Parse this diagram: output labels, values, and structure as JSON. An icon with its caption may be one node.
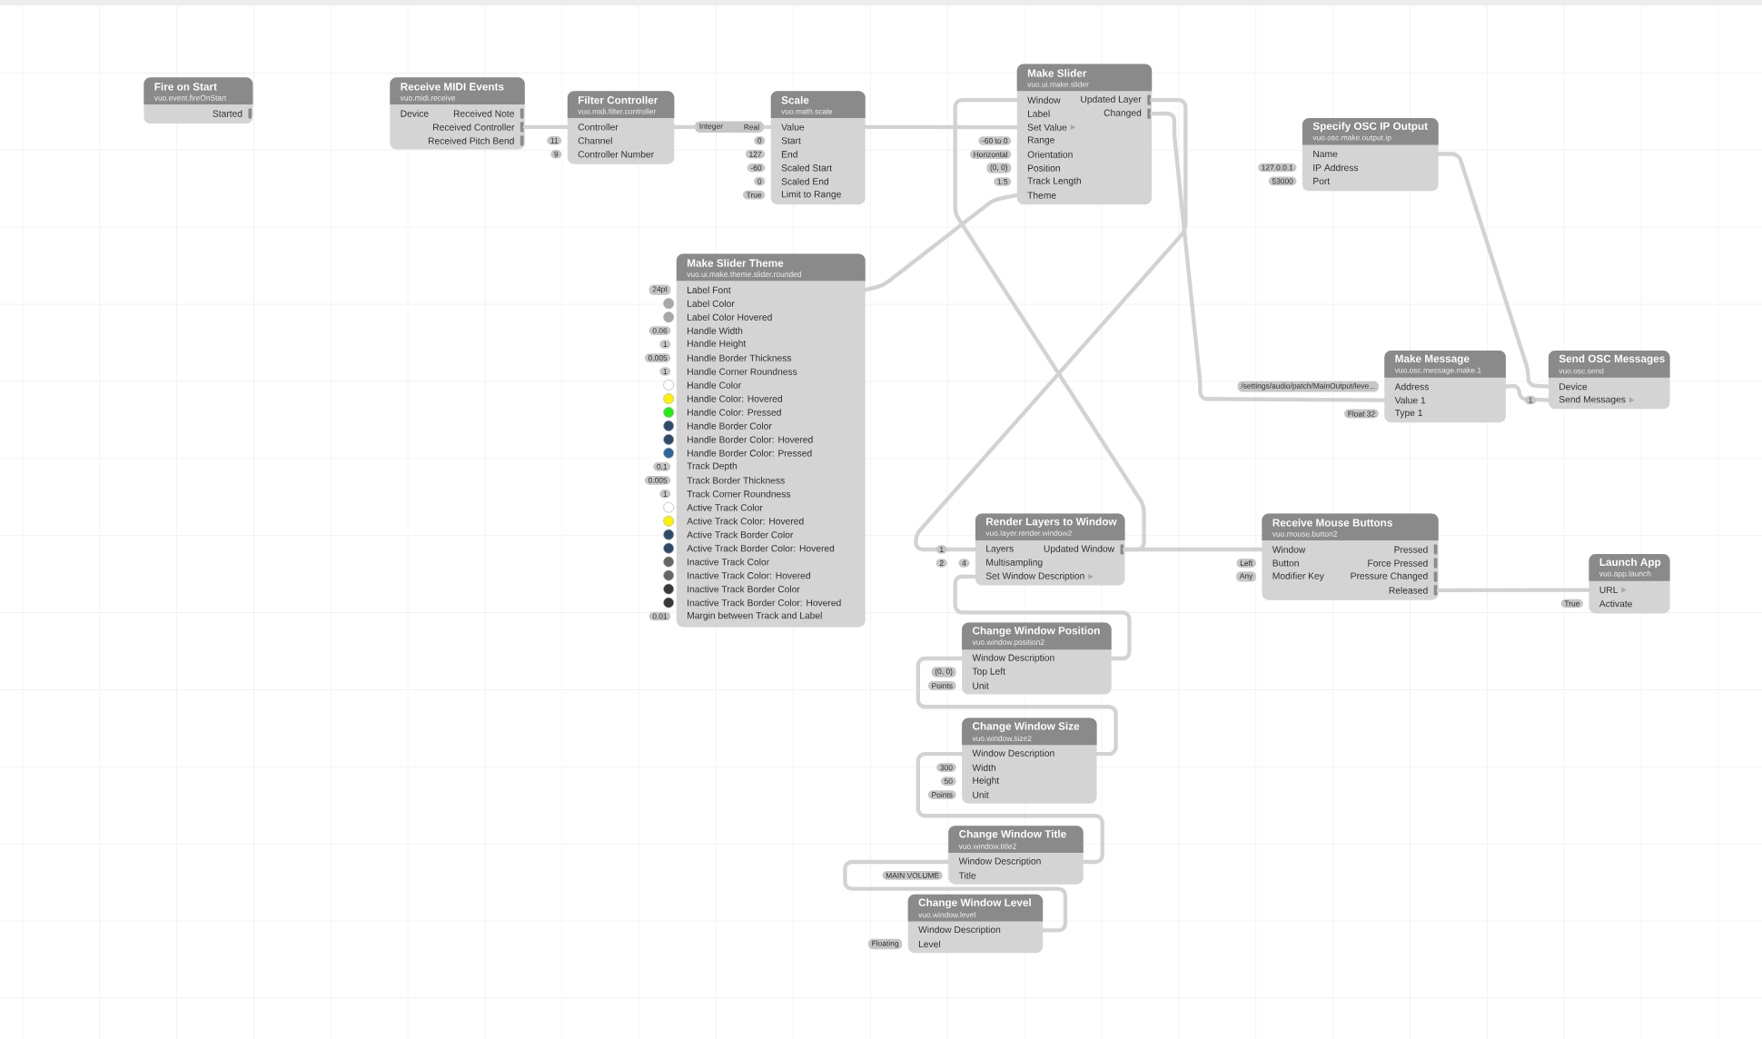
{
  "diagram": {
    "nodes": [
      {
        "text": [
          "Fire on Start",
          "vuo.event.fireOnStart",
          "Started"
        ]
      },
      {
        "text": [
          "Receive MIDI Events",
          "vuo.midi.receive",
          "Device",
          "Received Note",
          "Received Controller",
          "Received Pitch Bend"
        ]
      },
      {
        "text": [
          "Filter Controller",
          "vuo.midi.filter.controller",
          "Controller",
          "Channel",
          "Controller Number"
        ],
        "beside": [
          "11",
          "9"
        ]
      },
      {
        "text": [
          "Integer",
          "Real"
        ]
      },
      {
        "text": [
          "Scale",
          "vuo.math.scale",
          "Value",
          "Start",
          "End",
          "Scaled Start",
          "Scaled End",
          "Limit to Range"
        ],
        "beside": [
          "0",
          "127",
          "-60",
          "0",
          "True"
        ]
      },
      {
        "text": [
          "Make Slider",
          "vuo.ui.make.slider",
          "Window",
          "Updated Layer",
          "Label",
          "Changed",
          "Set Value",
          "Range",
          "Orientation",
          "Position",
          "Track Length",
          "Theme"
        ],
        "beside": [
          "-60 to 0",
          "Horizontal",
          "(0, 0)",
          "1.5"
        ]
      },
      {
        "text": [
          "Specify OSC IP Output",
          "vuo.osc.make.output.ip",
          "Name",
          "IP Address",
          "Port"
        ],
        "beside": [
          "127.0.0.1",
          "53000"
        ]
      },
      {
        "text": [
          "Make Slider Theme",
          "vuo.ui.make.theme.slider.rounded",
          "Label Font",
          "Label Color",
          "Label Color Hovered",
          "Handle Width",
          "Handle Height",
          "Handle Border Thickness",
          "Handle Corner Roundness",
          "Handle Color",
          "Handle Color: Hovered",
          "Handle Color: Pressed",
          "Handle Border Color",
          "Handle Border Color: Hovered",
          "Handle Border Color: Pressed",
          "Track Depth",
          "Track Border Thickness",
          "Track Corner Roundness",
          "Active Track Color",
          "Active Track Color: Hovered",
          "Active Track Border Color",
          "Active Track Border Color: Hovered",
          "Inactive Track Color",
          "Inactive Track Color: Hovered",
          "Inactive Track Border Color",
          "Inactive Track Border Color: Hovered",
          "Margin between Track and Label"
        ],
        "beside": [
          "24pt",
          "0.06",
          "1",
          "0.005",
          "1",
          "0.1",
          "0.005",
          "1",
          "0.01"
        ]
      },
      {
        "text": [
          "Make Message",
          "vuo.osc.message.make.1",
          "Address",
          "Value 1",
          "Type 1",
          "/settings/audio/patch/MainOutput/leve...",
          "Float 32"
        ]
      },
      {
        "text": [
          "Send OSC Messages",
          "vuo.osc.send",
          "Device",
          "Send Messages"
        ],
        "beside": [
          "1"
        ]
      },
      {
        "text": [
          "Render Layers to Window",
          "vuo.layer.render.window2",
          "Layers",
          "Updated Window",
          "Multisampling",
          "Set Window Description"
        ],
        "beside": [
          "1",
          "2",
          "4"
        ]
      },
      {
        "text": [
          "Receive Mouse Buttons",
          "vuo.mouse.button2",
          "Window",
          "Pressed",
          "Button",
          "Force Pressed",
          "Modifier Key",
          "Pressure Changed",
          "Released"
        ],
        "beside": [
          "Left",
          "Any"
        ]
      },
      {
        "text": [
          "Launch App",
          "vuo.app.launch",
          "URL",
          "Activate"
        ],
        "beside": [
          "True"
        ]
      },
      {
        "text": [
          "Change Window Position",
          "vuo.window.position2",
          "Window Description",
          "Top Left",
          "Unit"
        ],
        "beside": [
          "(0, 0)",
          "Points"
        ]
      },
      {
        "text": [
          "Change Window Size",
          "vuo.window.size2",
          "Window Description",
          "Width",
          "Height",
          "Unit"
        ],
        "beside": [
          "300",
          "50",
          "Points"
        ]
      },
      {
        "text": [
          "Change Window Title",
          "vuo.window.title2",
          "Window Description",
          "Title"
        ],
        "beside": [
          "MAIN VOLUME"
        ]
      },
      {
        "text": [
          "Change Window Level",
          "vuo.window.level",
          "Window Description",
          "Level"
        ],
        "beside": [
          "Floating"
        ]
      }
    ],
    "edges": [
      {
        "from": 1,
        "to": 2,
        "arrow": "none"
      },
      {
        "from": 2,
        "to": 3,
        "arrow": "none"
      },
      {
        "from": 3,
        "to": 4,
        "arrow": "none"
      },
      {
        "from": 4,
        "to": 5,
        "arrow": "none"
      },
      {
        "from": 7,
        "to": 5,
        "arrow": "none"
      },
      {
        "from": 5,
        "to": 10,
        "arrow": "none"
      },
      {
        "from": 5,
        "to": 8,
        "arrow": "none"
      },
      {
        "from": 10,
        "to": 5,
        "arrow": "none"
      },
      {
        "from": 10,
        "to": 11,
        "arrow": "none"
      },
      {
        "from": 6,
        "to": 9,
        "arrow": "none"
      },
      {
        "from": 8,
        "to": 9,
        "arrow": "none"
      },
      {
        "from": 11,
        "to": 12,
        "arrow": "none"
      },
      {
        "from": 13,
        "to": 10,
        "arrow": "none"
      },
      {
        "from": 14,
        "to": 13,
        "arrow": "none"
      },
      {
        "from": 15,
        "to": 14,
        "arrow": "none"
      },
      {
        "from": 16,
        "to": 15,
        "arrow": "none"
      }
    ]
  }
}
